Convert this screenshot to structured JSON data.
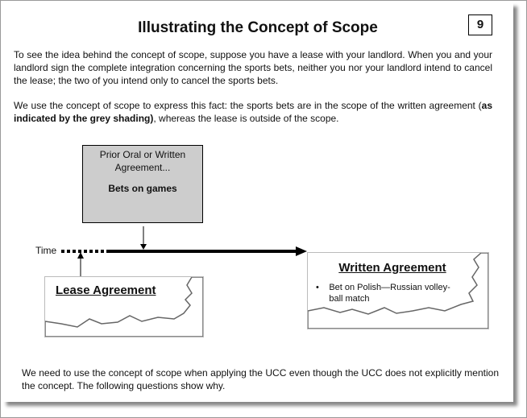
{
  "title": "Illustrating the Concept of Scope",
  "page_number": "9",
  "paragraph1": "To see the idea behind the concept of scope, suppose you have a lease with your landlord.  When you and your landlord sign the complete integration concerning the sports bets, neither you nor your landlord intend to cancel the lease; the two of you intend only to cancel the sports bets.",
  "paragraph2": {
    "before": "We use the concept of scope to express this fact: the sports bets are in the scope of the written agreement (",
    "bold": "as indicated by the grey shading)",
    "after": ", whereas the lease is outside of the scope."
  },
  "diagram": {
    "prior_box": {
      "line1": "Prior Oral or Written",
      "line2": "Agreement...",
      "bold": "Bets on games"
    },
    "time_label": "Time",
    "lease": {
      "title": "Lease Agreement"
    },
    "written": {
      "title": "Written Agreement",
      "bullet": "Bet on Polish—Russian volley-ball match"
    }
  },
  "paragraph3": "We need to use the concept of scope when applying the UCC even though the UCC does not explicitly mention the concept.  The following questions show why."
}
